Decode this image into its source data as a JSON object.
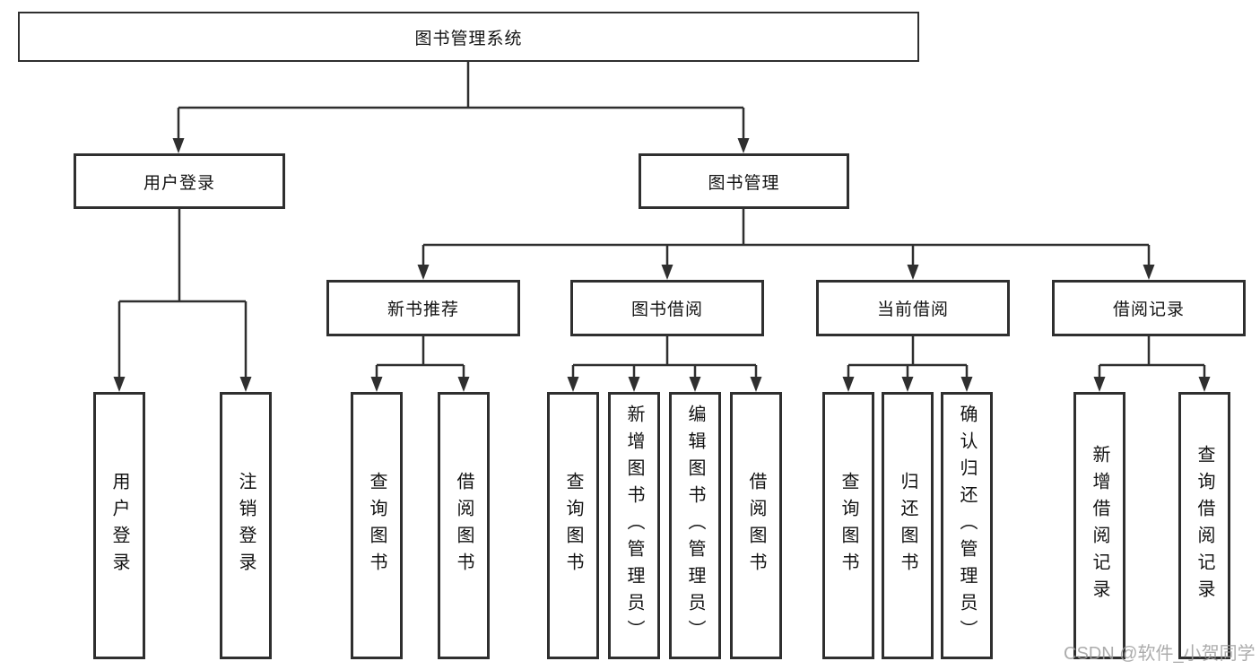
{
  "diagram": {
    "title": "图书管理系统",
    "watermark": "CSDN @软件_小贺同学",
    "colors": {
      "line": "#2f2f2f",
      "text": "#131313",
      "watermark": "#9e9e9e",
      "background": "#ffffff"
    },
    "root": {
      "label": "图书管理系统"
    },
    "level2": [
      {
        "label": "用户登录"
      },
      {
        "label": "图书管理"
      }
    ],
    "level3": [
      {
        "parent": "图书管理",
        "label": "新书推荐"
      },
      {
        "parent": "图书管理",
        "label": "图书借阅"
      },
      {
        "parent": "图书管理",
        "label": "当前借阅"
      },
      {
        "parent": "图书管理",
        "label": "借阅记录"
      }
    ],
    "leaves": [
      {
        "parent": "用户登录",
        "label": "用户登录"
      },
      {
        "parent": "用户登录",
        "label": "注销登录"
      },
      {
        "parent": "新书推荐",
        "label": "查询图书"
      },
      {
        "parent": "新书推荐",
        "label": "借阅图书"
      },
      {
        "parent": "图书借阅",
        "label": "查询图书"
      },
      {
        "parent": "图书借阅",
        "label": "新增图书（管理员）"
      },
      {
        "parent": "图书借阅",
        "label": "编辑图书（管理员）"
      },
      {
        "parent": "图书借阅",
        "label": "借阅图书"
      },
      {
        "parent": "当前借阅",
        "label": "查询图书"
      },
      {
        "parent": "当前借阅",
        "label": "归还图书"
      },
      {
        "parent": "当前借阅",
        "label": "确认归还（管理员）"
      },
      {
        "parent": "借阅记录",
        "label": "新增借阅记录"
      },
      {
        "parent": "借阅记录",
        "label": "查询借阅记录"
      }
    ]
  }
}
